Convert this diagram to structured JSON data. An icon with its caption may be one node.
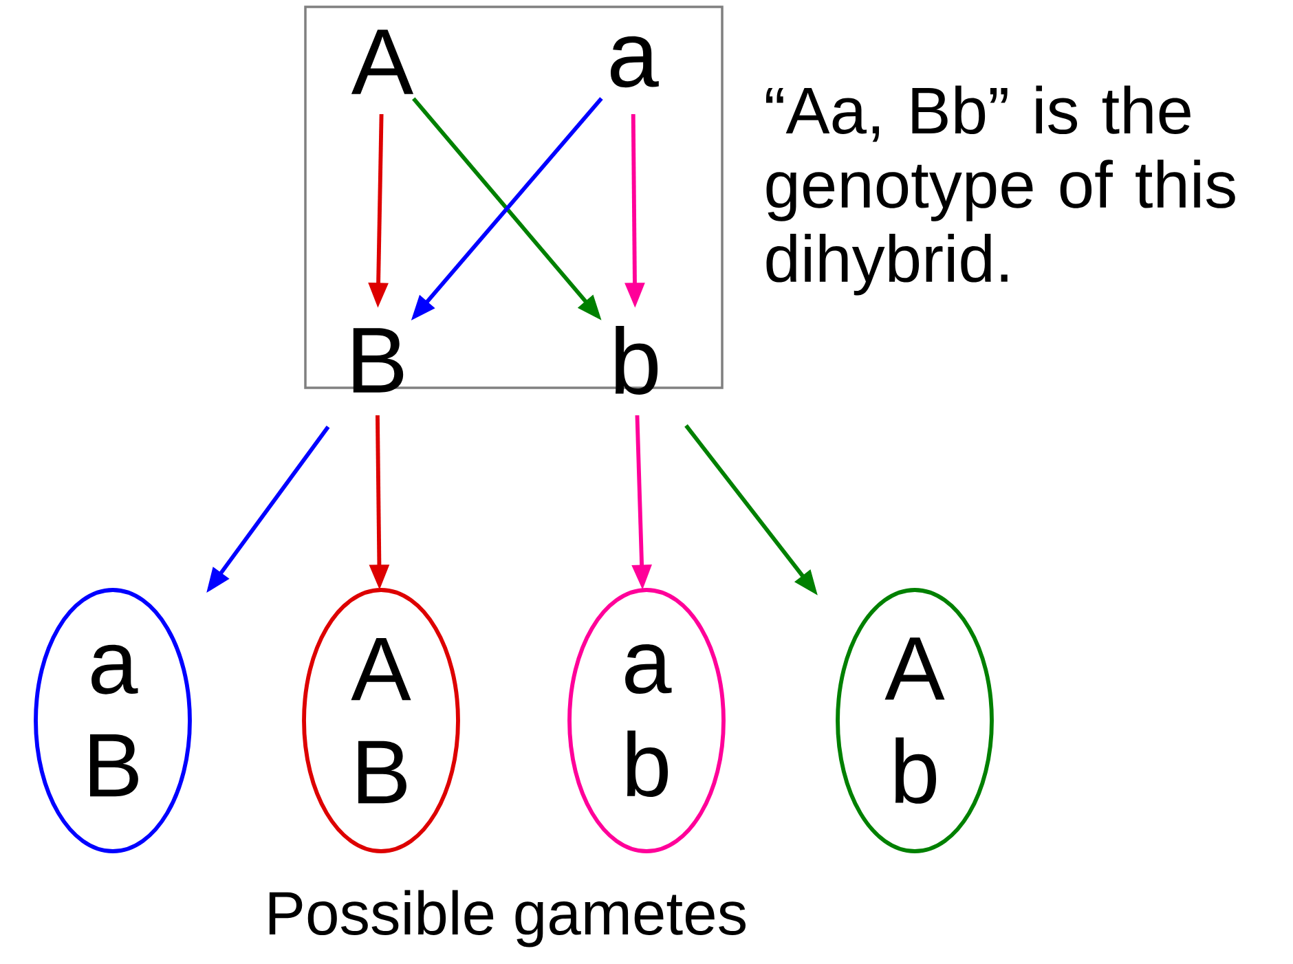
{
  "diagram": {
    "nodes": [
      {
        "text": [],
        "shape": "box"
      },
      {
        "text": [
          "A"
        ],
        "in": 0
      },
      {
        "text": [
          "a"
        ],
        "in": 0
      },
      {
        "text": [
          "B"
        ],
        "in": 0
      },
      {
        "text": [
          "b"
        ],
        "in": 0
      },
      {
        "text": [
          "a",
          "B"
        ]
      },
      {
        "text": [
          "A",
          "B"
        ]
      },
      {
        "text": [
          "a",
          "b"
        ]
      },
      {
        "text": [
          "A",
          "b"
        ]
      }
    ],
    "edges": [
      {
        "from": 1,
        "to": 3,
        "arrow": "to",
        "color": "#dd0000"
      },
      {
        "from": 1,
        "to": 4,
        "arrow": "to",
        "color": "#008000"
      },
      {
        "from": 2,
        "to": 3,
        "arrow": "to",
        "color": "#0000ff"
      },
      {
        "from": 2,
        "to": 4,
        "arrow": "to",
        "color": "#ff0099"
      },
      {
        "from": 3,
        "to": 5,
        "arrow": "to",
        "color": "#0000ff"
      },
      {
        "from": 3,
        "to": 6,
        "arrow": "to",
        "color": "#dd0000"
      },
      {
        "from": 4,
        "to": 7,
        "arrow": "to",
        "color": "#ff0099"
      },
      {
        "from": 4,
        "to": 8,
        "arrow": "to",
        "color": "#008000"
      }
    ],
    "labels": [
      "“Aa, Bb” is the genotype of this dihybrid.",
      "Possible gametes"
    ]
  }
}
